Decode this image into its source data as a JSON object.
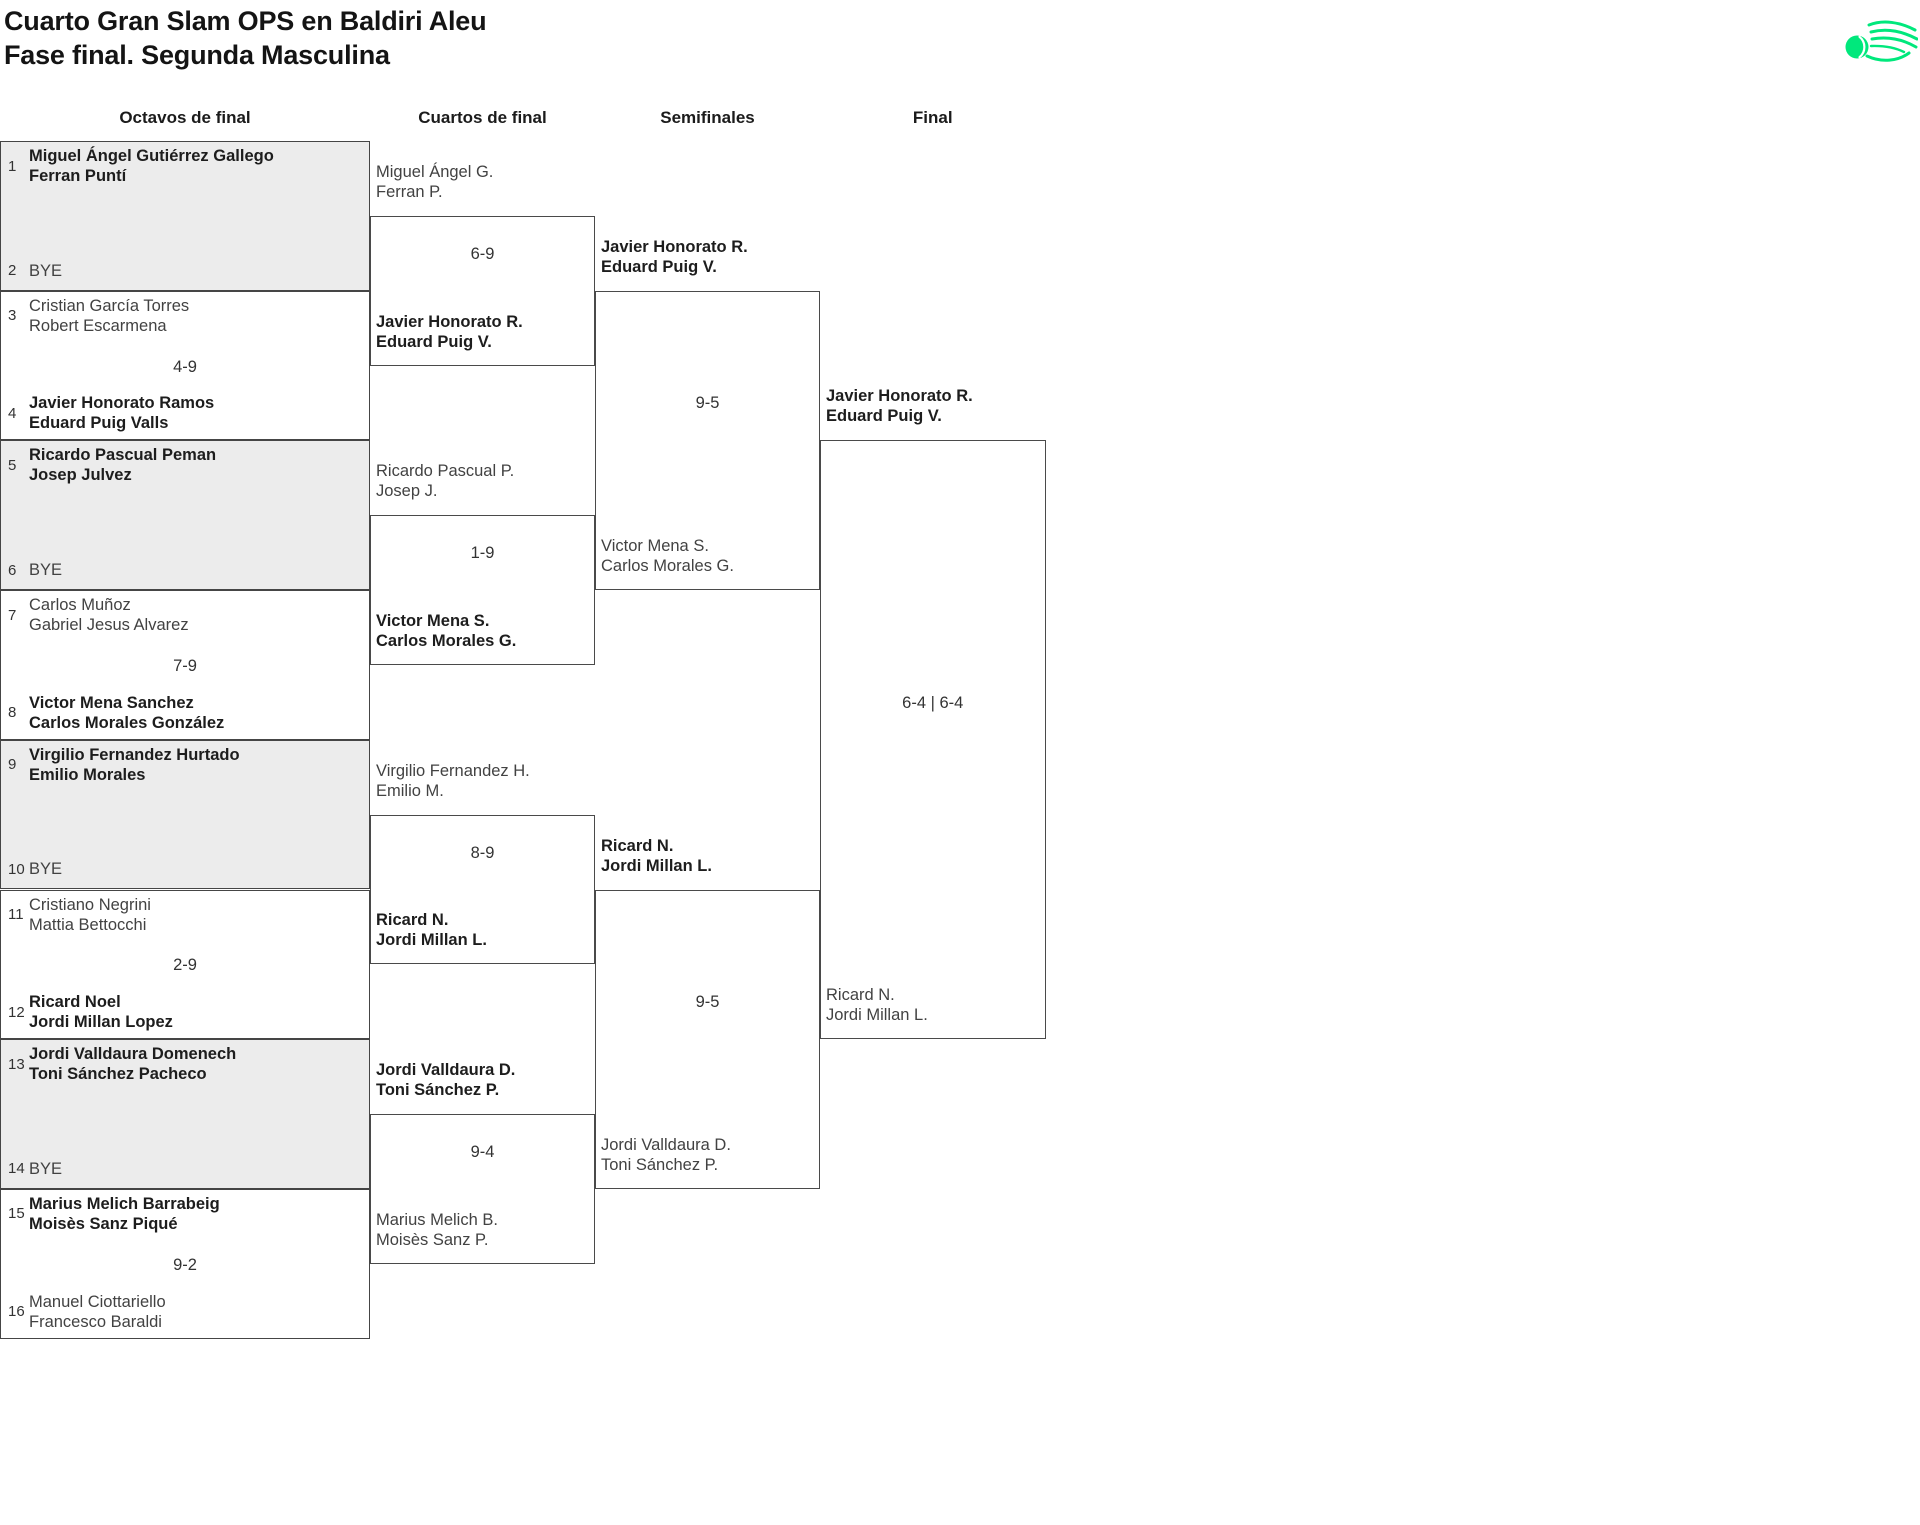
{
  "page": {
    "title_line1": "Cuarto Gran Slam OPS en Baldiri Aleu",
    "title_line2": "Fase final. Segunda Masculina"
  },
  "logo": {
    "name": "tennis-ball-with-speed-lines",
    "color": "#00E87C"
  },
  "colors": {
    "accent": "#00E87C",
    "bye_panel_background": "#ececec",
    "box_border": "#454545",
    "winner_text": "#1d1d1d",
    "loser_text": "#424242"
  },
  "rounds": {
    "headers": [
      "Octavos de final",
      "Cuartos de final",
      "Semifinales",
      "Final"
    ],
    "r16": [
      {
        "seed1": "1",
        "team1": [
          "Miguel Ángel Gutiérrez Gallego",
          "Ferran Puntí"
        ],
        "w1": true,
        "seed2": "2",
        "team2": [
          "BYE"
        ],
        "w2": false,
        "score": "",
        "bye": true
      },
      {
        "seed1": "3",
        "team1": [
          "Cristian García Torres",
          "Robert Escarmena"
        ],
        "w1": false,
        "seed2": "4",
        "team2": [
          "Javier Honorato Ramos",
          "Eduard Puig Valls"
        ],
        "w2": true,
        "score": "4-9",
        "bye": false
      },
      {
        "seed1": "5",
        "team1": [
          "Ricardo Pascual Peman",
          "Josep Julvez"
        ],
        "w1": true,
        "seed2": "6",
        "team2": [
          "BYE"
        ],
        "w2": false,
        "score": "",
        "bye": true
      },
      {
        "seed1": "7",
        "team1": [
          "Carlos Muñoz",
          "Gabriel Jesus Alvarez"
        ],
        "w1": false,
        "seed2": "8",
        "team2": [
          "Victor Mena Sanchez",
          "Carlos Morales González"
        ],
        "w2": true,
        "score": "7-9",
        "bye": false
      },
      {
        "seed1": "9",
        "team1": [
          "Virgilio Fernandez Hurtado",
          "Emilio Morales"
        ],
        "w1": true,
        "seed2": "10",
        "team2": [
          "BYE"
        ],
        "w2": false,
        "score": "",
        "bye": true
      },
      {
        "seed1": "11",
        "team1": [
          "Cristiano Negrini",
          "Mattia Bettocchi"
        ],
        "w1": false,
        "seed2": "12",
        "team2": [
          "Ricard Noel",
          "Jordi Millan Lopez"
        ],
        "w2": true,
        "score": "2-9",
        "bye": false
      },
      {
        "seed1": "13",
        "team1": [
          "Jordi Valldaura Domenech",
          "Toni Sánchez Pacheco"
        ],
        "w1": true,
        "seed2": "14",
        "team2": [
          "BYE"
        ],
        "w2": false,
        "score": "",
        "bye": true
      },
      {
        "seed1": "15",
        "team1": [
          "Marius Melich Barrabeig",
          "Moisès Sanz Piqué"
        ],
        "w1": true,
        "seed2": "16",
        "team2": [
          "Manuel Ciottariello",
          "Francesco Baraldi"
        ],
        "w2": false,
        "score": "9-2",
        "bye": false
      }
    ],
    "qf": [
      {
        "team1": [
          "Miguel Ángel G.",
          "Ferran P."
        ],
        "w1": false,
        "team2": [
          "Javier Honorato R.",
          "Eduard Puig V."
        ],
        "w2": true,
        "score": "6-9"
      },
      {
        "team1": [
          "Ricardo Pascual P.",
          "Josep J."
        ],
        "w1": false,
        "team2": [
          "Victor Mena S.",
          "Carlos Morales G."
        ],
        "w2": true,
        "score": "1-9"
      },
      {
        "team1": [
          "Virgilio Fernandez H.",
          "Emilio M."
        ],
        "w1": false,
        "team2": [
          "Ricard N.",
          "Jordi Millan L."
        ],
        "w2": true,
        "score": "8-9"
      },
      {
        "team1": [
          "Jordi Valldaura D.",
          "Toni Sánchez P."
        ],
        "w1": true,
        "team2": [
          "Marius Melich B.",
          "Moisès Sanz P."
        ],
        "w2": false,
        "score": "9-4"
      }
    ],
    "sf": [
      {
        "team1": [
          "Javier Honorato R.",
          "Eduard Puig V."
        ],
        "w1": true,
        "team2": [
          "Victor Mena S.",
          "Carlos Morales G."
        ],
        "w2": false,
        "score": "9-5"
      },
      {
        "team1": [
          "Ricard N.",
          "Jordi Millan L."
        ],
        "w1": true,
        "team2": [
          "Jordi Valldaura D.",
          "Toni Sánchez P."
        ],
        "w2": false,
        "score": "9-5"
      }
    ],
    "final": [
      {
        "team1": [
          "Javier Honorato R.",
          "Eduard Puig V."
        ],
        "w1": true,
        "team2": [
          "Ricard N.",
          "Jordi Millan L."
        ],
        "w2": false,
        "score": "6-4 | 6-4"
      }
    ]
  }
}
